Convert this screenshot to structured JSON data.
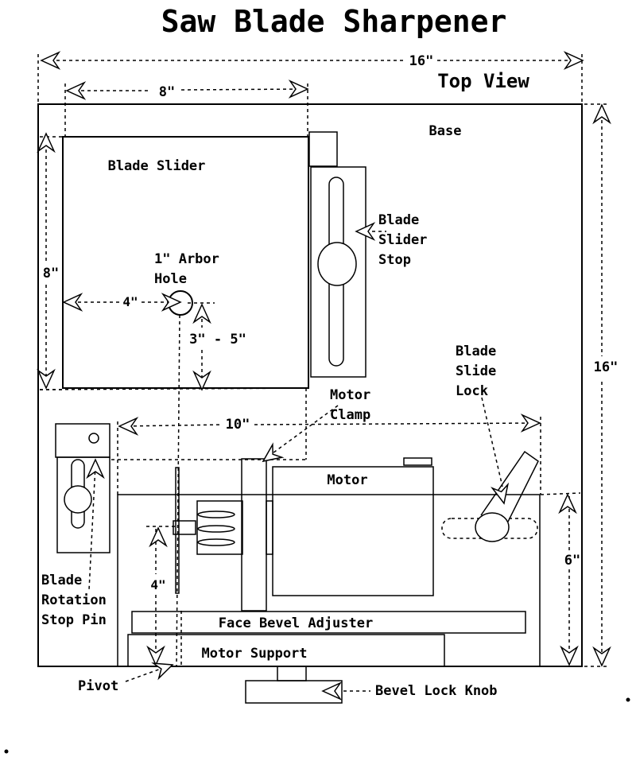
{
  "title": "Saw Blade Sharpener",
  "view_label": "Top View",
  "labels": {
    "base": "Base",
    "blade_slider": "Blade Slider",
    "arbor_hole_1": "1\" Arbor",
    "arbor_hole_2": "Hole",
    "blade_slider_stop_1": "Blade",
    "blade_slider_stop_2": "Slider",
    "blade_slider_stop_3": "Stop",
    "blade_slide_lock_1": "Blade",
    "blade_slide_lock_2": "Slide",
    "blade_slide_lock_3": "Lock",
    "motor_clamp_1": "Motor",
    "motor_clamp_2": "Clamp",
    "motor": "Motor",
    "face_bevel_adjuster": "Face Bevel Adjuster",
    "motor_support": "Motor Support",
    "pivot": "Pivot",
    "bevel_lock_knob": "Bevel Lock Knob",
    "blade_rotation_stop_pin_1": "Blade",
    "blade_rotation_stop_pin_2": "Rotation",
    "blade_rotation_stop_pin_3": "Stop Pin"
  },
  "dimensions": {
    "base_width": "16\"",
    "base_height": "16\"",
    "slider_width": "8\"",
    "slider_height": "8\"",
    "arbor_offset": "4\"",
    "arbor_range": "3\" - 5\"",
    "motor_span": "10\"",
    "motor_depth": "6\"",
    "pivot_offset": "4\""
  }
}
